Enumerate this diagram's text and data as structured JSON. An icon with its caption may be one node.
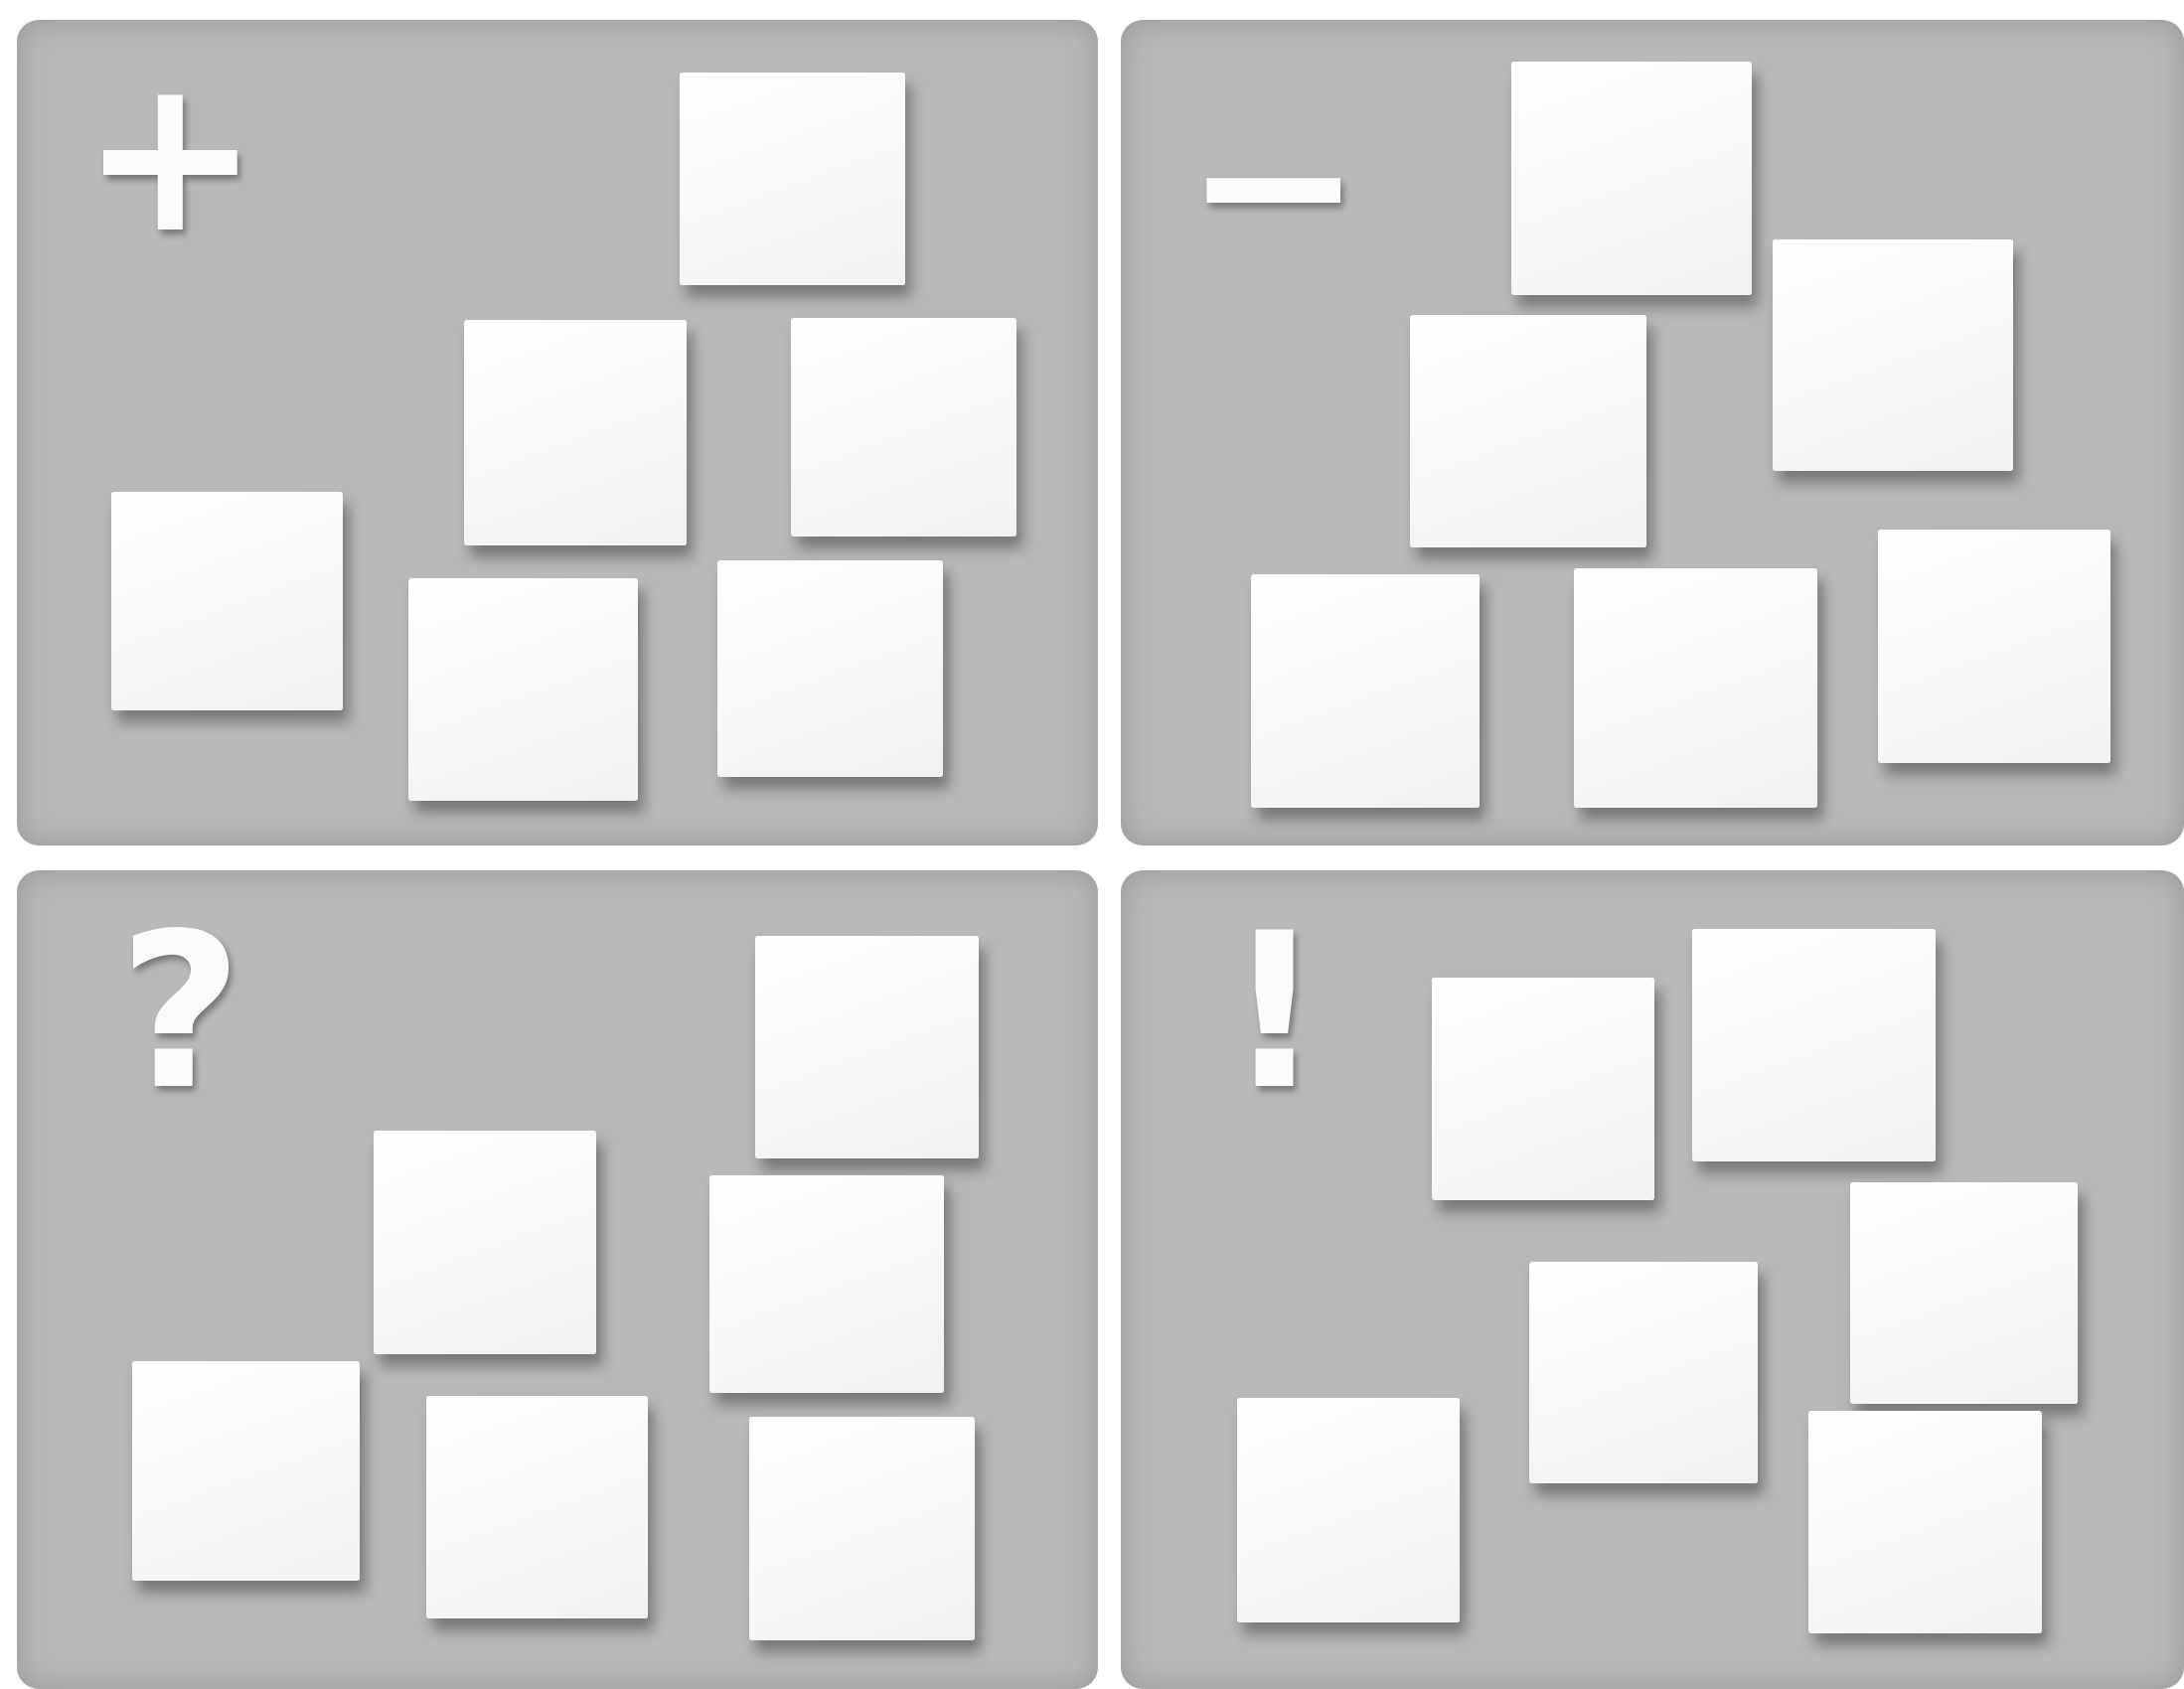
{
  "diagram": {
    "nodes": [
      {
        "text": [
          "+"
        ]
      },
      {
        "text": [],
        "shape": "box",
        "in": 0
      },
      {
        "text": [],
        "shape": "box",
        "in": 0
      },
      {
        "text": [],
        "shape": "box",
        "in": 0
      },
      {
        "text": [],
        "shape": "box",
        "in": 0
      },
      {
        "text": [],
        "shape": "box",
        "in": 0
      },
      {
        "text": [],
        "shape": "box",
        "in": 0
      },
      {
        "text": [
          "−"
        ]
      },
      {
        "text": [],
        "shape": "box",
        "in": 7
      },
      {
        "text": [],
        "shape": "box",
        "in": 7
      },
      {
        "text": [],
        "shape": "box",
        "in": 7
      },
      {
        "text": [],
        "shape": "box",
        "in": 7
      },
      {
        "text": [],
        "shape": "box",
        "in": 7
      },
      {
        "text": [],
        "shape": "box",
        "in": 7
      },
      {
        "text": [
          "?"
        ]
      },
      {
        "text": [],
        "shape": "box",
        "in": 14
      },
      {
        "text": [],
        "shape": "box",
        "in": 14
      },
      {
        "text": [],
        "shape": "box",
        "in": 14
      },
      {
        "text": [],
        "shape": "box",
        "in": 14
      },
      {
        "text": [],
        "shape": "box",
        "in": 14
      },
      {
        "text": [],
        "shape": "box",
        "in": 14
      },
      {
        "text": [
          "!"
        ]
      },
      {
        "text": [],
        "shape": "box",
        "in": 21
      },
      {
        "text": [],
        "shape": "box",
        "in": 21
      },
      {
        "text": [],
        "shape": "box",
        "in": 21
      },
      {
        "text": [],
        "shape": "box",
        "in": 21
      },
      {
        "text": [],
        "shape": "box",
        "in": 21
      },
      {
        "text": [],
        "shape": "box",
        "in": 21
      }
    ]
  }
}
